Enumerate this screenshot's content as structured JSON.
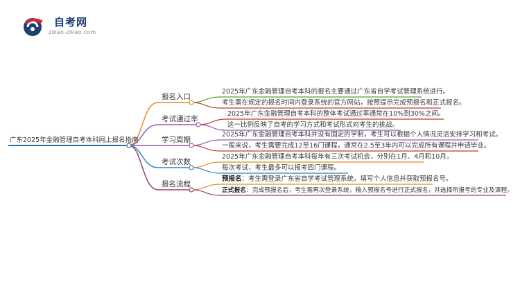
{
  "logo": {
    "name": "自考网",
    "domain": "zikao-zikao.com"
  },
  "root": {
    "label": "广东2025年金融管理自考本科网上报名指南"
  },
  "branches": [
    {
      "label": "报名入口",
      "color": "#e8892b",
      "leaves": [
        {
          "bold": "",
          "text": "2025年广东金融管理自考本科的报名主要通过广东省自学考试管理系统进行。",
          "color": "#5a9b3c"
        },
        {
          "bold": "",
          "text": "考生需在规定的报名时间内登录系统的官方网站，按照提示完成预报名和正式报名。",
          "color": "#c0392b"
        }
      ]
    },
    {
      "label": "考试通过率",
      "color": "#9b59b6",
      "leaves": [
        {
          "bold": "",
          "text": "2025年广东金融管理自考本科的整体考试通过率通常在10%到30%之间。",
          "color": "#c0392b"
        },
        {
          "bold": "",
          "text": "这一比例反映了自考的学习方式和考试形式对考生的挑战。",
          "color": "#9b59b6"
        }
      ]
    },
    {
      "label": "学习周期",
      "color": "#9b59b6",
      "leaves": [
        {
          "bold": "",
          "text": "2025年广东金融管理自考本科并没有固定的学制，考生可以根据个人情况灵活安排学习和考试。",
          "color": "#9b59b6"
        },
        {
          "bold": "",
          "text": "一般来说，考生需要完成12至16门课程，通常在2.5至3年内可以完成所有课程并申请毕业。",
          "color": "#c0392b"
        }
      ]
    },
    {
      "label": "考试次数",
      "color": "#2e86c1",
      "leaves": [
        {
          "bold": "",
          "text": "2025年广东金融管理自考本科每年有三次考试机会，分别在1月、4月和10月。",
          "color": "#e8892b"
        },
        {
          "bold": "",
          "text": "每次考试，考生最多可以报考四门课程。",
          "color": "#2e86c1"
        }
      ]
    },
    {
      "label": "报名流程",
      "color": "#a03a6a",
      "leaves": [
        {
          "bold": "预报名",
          "text": "：考生需登录广东省自学考试管理系统，填写个人信息并获取预报名号。",
          "color": "#e8892b"
        },
        {
          "bold": "正式报名",
          "text": "：完成预报名后，考生需再次登录系统，输入预报名号进行正式报名，并选择所报考的专业及课程。",
          "color": "#a03a6a"
        }
      ]
    }
  ],
  "colors": {
    "root_underline": "#2e6da4",
    "logo_blue": "#1f3f73",
    "logo_red": "#d9262e"
  }
}
